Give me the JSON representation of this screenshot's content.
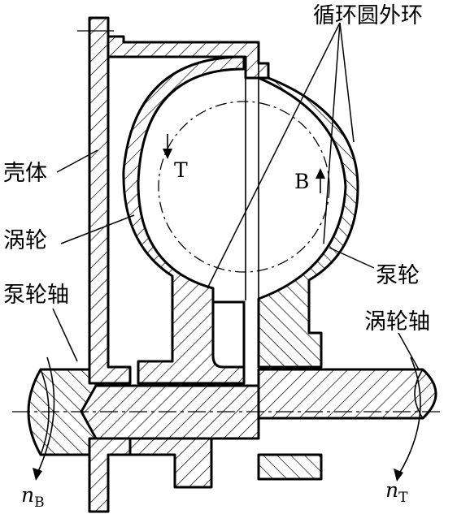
{
  "labels": {
    "outer_ring": "循环圆外环",
    "housing": "壳体",
    "turbine": "涡轮",
    "pump_shaft": "泵轮轴",
    "pump": "泵轮",
    "turbine_shaft": "涡轮轴"
  },
  "symbols": {
    "turbine_flow": "T",
    "pump_flow": "B",
    "speed_pump_main": "n",
    "speed_pump_sub": "B",
    "speed_turbine_main": "n",
    "speed_turbine_sub": "T"
  },
  "colors": {
    "line": "#000000",
    "background": "#ffffff"
  }
}
